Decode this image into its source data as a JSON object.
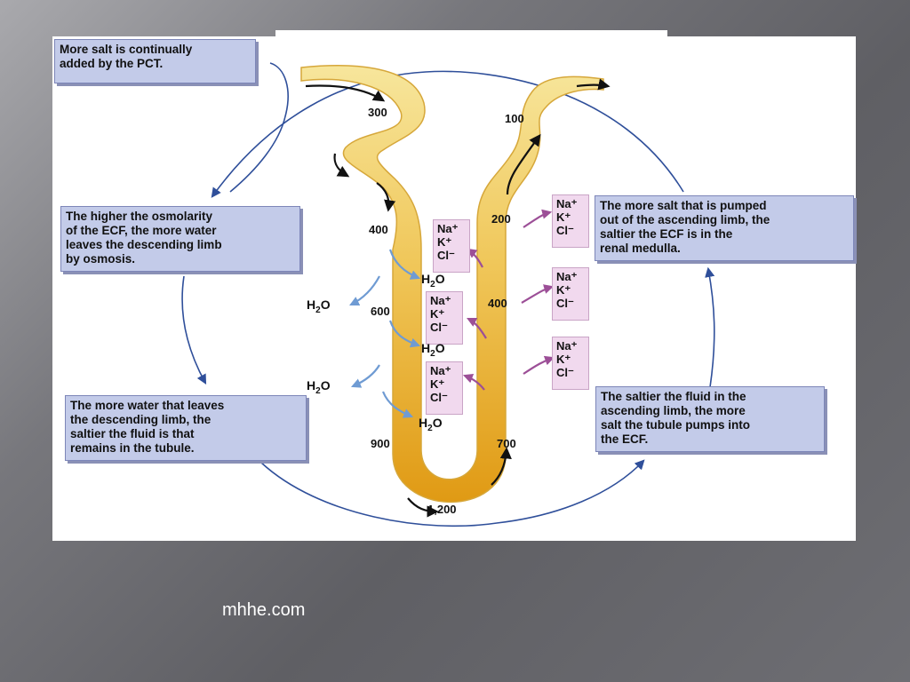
{
  "captions": {
    "pct": "More salt is continually\nadded by the PCT.",
    "osmolarity": "The higher the osmolarity\nof the ECF, the more water\nleaves the descending limb\nby osmosis.",
    "water_leaves": "The more water that leaves\nthe descending limb, the\nsaltier the fluid is that\nremains in the tubule.",
    "salt_pumped": "The more salt that is pumped\nout of the ascending limb, the\nsaltier the ECF is in the\nrenal medulla.",
    "saltier_fluid": "The saltier the fluid in the\nascending limb, the more\nsalt the tubule pumps into\nthe ECF."
  },
  "osmolarity_values": {
    "v300": "300",
    "v400_desc": "400",
    "v600": "600",
    "v900": "900",
    "v1200": "1,200",
    "v700": "700",
    "v400_asc": "400",
    "v200": "200",
    "v100": "100"
  },
  "ions": {
    "set": "Na⁺\nK⁺\nCl⁻"
  },
  "water": {
    "h": "H",
    "two": "2",
    "o": "O"
  },
  "source": "mhhe.com",
  "colors": {
    "caption_bg": "#c3cbe9",
    "ion_bg": "#f1d9ee",
    "tubule_light": "#f5e08a",
    "tubule_dark": "#e3a21c",
    "feedback_arrow": "#2f4f9a",
    "water_arrow": "#7aa6d8",
    "ion_arrow": "#9c4f97"
  }
}
